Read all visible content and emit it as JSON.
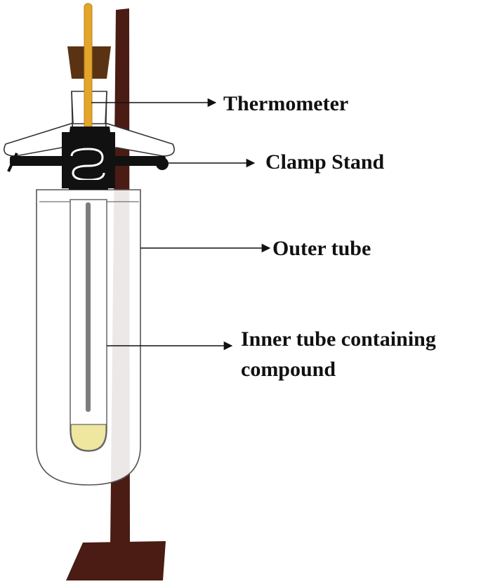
{
  "labels": {
    "thermometer": "Thermometer",
    "clamp_stand": "Clamp Stand",
    "outer_tube": "Outer tube",
    "inner_tube_line1": "Inner tube containing",
    "inner_tube_line2": "compound"
  },
  "colors": {
    "stand_rod": "#4a1c14",
    "stand_base": "#4a1c14",
    "stopper": "#5a3314",
    "thermometer": "#e3a52b",
    "clamp": "#111111",
    "glass_outline": "#555555",
    "inner_rod": "#7d7d7d",
    "compound": "#efe6a0",
    "arrow": "#111111"
  }
}
